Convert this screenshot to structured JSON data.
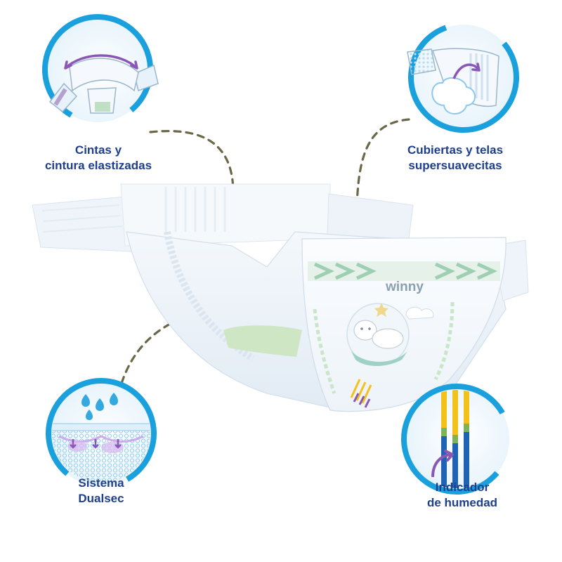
{
  "features": [
    {
      "id": "cintas",
      "icon": "elastic-waist-icon",
      "lines": [
        "Cintas y",
        "cintura elastizadas"
      ]
    },
    {
      "id": "cubiertas",
      "icon": "soft-cover-icon",
      "lines": [
        "Cubiertas y telas",
        "supersuavecitas"
      ]
    },
    {
      "id": "dualsec",
      "icon": "dualsec-absorption-icon",
      "lines": [
        "Sistema",
        "Dualsec"
      ]
    },
    {
      "id": "indicador",
      "icon": "wetness-indicator-icon",
      "lines": [
        "Indicador",
        "de humedad"
      ]
    }
  ],
  "product": {
    "brand": "winny"
  },
  "colors": {
    "label_text": "#1f3f8c",
    "icon_ring": "#1aa0dc",
    "connector": "#6b6747",
    "brand_text": "#8aa0b0",
    "indicator_yellow": "#f3c21a",
    "indicator_blue": "#1e63b5",
    "accent_purple": "#8a57b5"
  }
}
